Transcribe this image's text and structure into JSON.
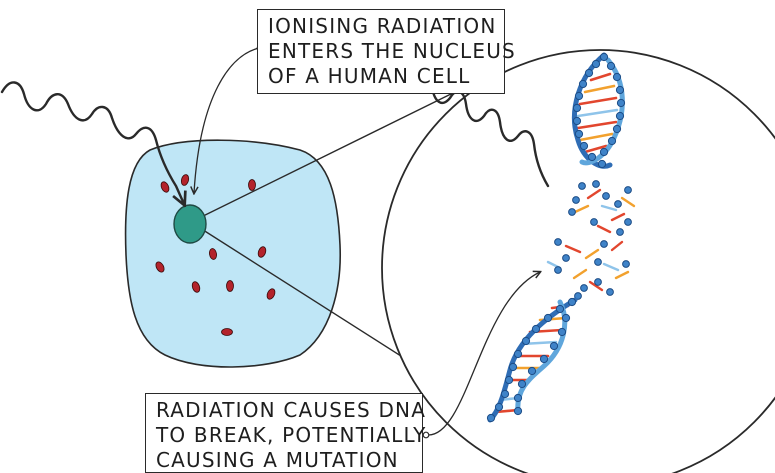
{
  "labels": {
    "top": [
      "IONISING RADIATION",
      "ENTERS THE NUCLEUS",
      "OF A HUMAN CELL"
    ],
    "bottom": [
      "RADIATION CAUSES DNA",
      "TO BREAK, POTENTIALLY",
      "CAUSING A MUTATION"
    ]
  },
  "colors": {
    "cell_fill": "#bfe6f6",
    "nucleus_fill": "#2f9a88",
    "organelle_fill": "#b3232b",
    "dna_strand_dark": "#2f6db5",
    "dna_strand_light": "#5fa6dc",
    "base_red": "#e2462e",
    "base_orange": "#f2a12e",
    "base_blue": "#8fc4ea",
    "outline": "#2a2a2a"
  },
  "icons": {
    "radiation_waves": "wavy-arrow",
    "dna": "double-helix"
  }
}
